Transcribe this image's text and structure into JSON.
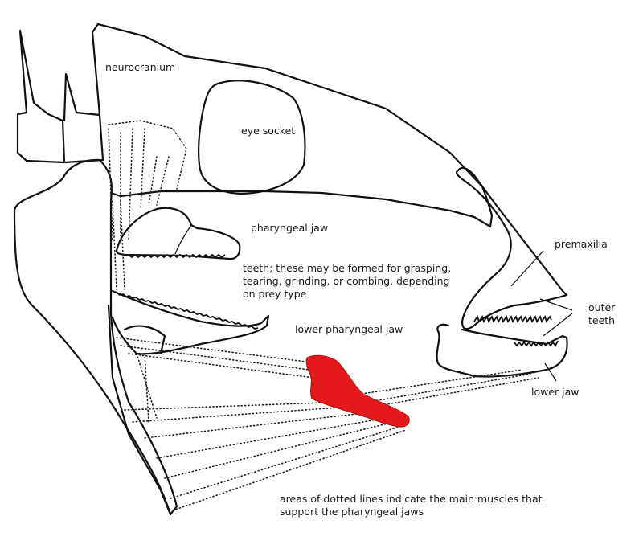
{
  "diagram": {
    "title": "Cichlid skull with pharyngeal jaws",
    "highlight_color": "#e3191b",
    "line_color": "#111111",
    "labels": {
      "neurocranium": "neurocranium",
      "eye_socket": "eye socket",
      "pharyngeal_jaw": "pharyngeal jaw",
      "teeth": "teeth; these may be formed for grasping,\ntearing, grinding, or combing, depending\non prey type",
      "lower_pharyngeal_jaw": "lower pharyngeal jaw",
      "premaxilla": "premaxilla",
      "outer_teeth": "outer\nteeth",
      "lower_jaw": "lower jaw",
      "caption": "areas of dotted lines indicate the main muscles that\nsupport the pharyngeal jaws"
    }
  }
}
